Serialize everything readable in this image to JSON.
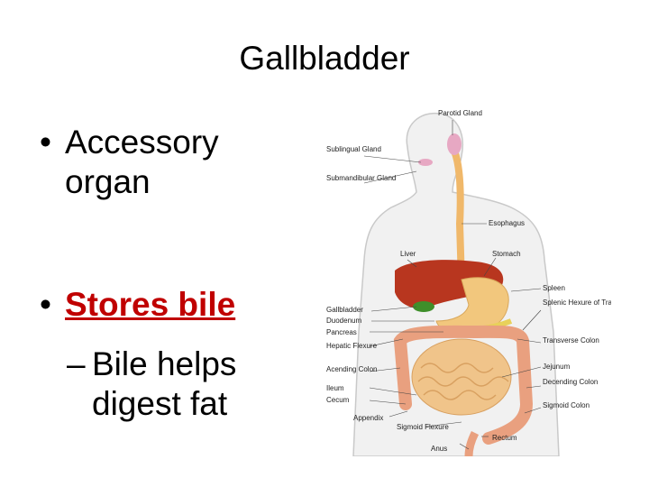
{
  "slide": {
    "title": "Gallbladder",
    "bullets": [
      {
        "marker": "•",
        "line1": "Accessory",
        "line2": "organ"
      },
      {
        "marker": "•",
        "text": "Stores bile"
      }
    ],
    "sub_bullet": {
      "marker": "–",
      "line1": "Bile helps",
      "line2": "digest fat"
    }
  },
  "diagram": {
    "labels_left": [
      "Sublingual Gland",
      "Submandibular Gland",
      "Liver",
      "Gallbladder",
      "Duodenum",
      "Pancreas",
      "Hepatic Flexure",
      "Acending Colon",
      "Ileum",
      "Cecum",
      "Appendix",
      "Sigmoid Flexure",
      "Anus"
    ],
    "labels_right": [
      "Parotid Gland",
      "Esophagus",
      "Stomach",
      "Spleen",
      "Splenic Hexure of Transverse Colon",
      "Transverse Colon",
      "Jejunum",
      "Decending Colon",
      "Sigmoid Colon",
      "Rectum"
    ],
    "colors": {
      "liver": "#b8361f",
      "gallbladder": "#3f8f2a",
      "stomach": "#f2c77d",
      "intestine": "#e9a07f",
      "small_intestine": "#f0c48a",
      "esophagus": "#f0b86a",
      "pancreas": "#e8d15a",
      "skin": "#f1f1f1"
    }
  }
}
